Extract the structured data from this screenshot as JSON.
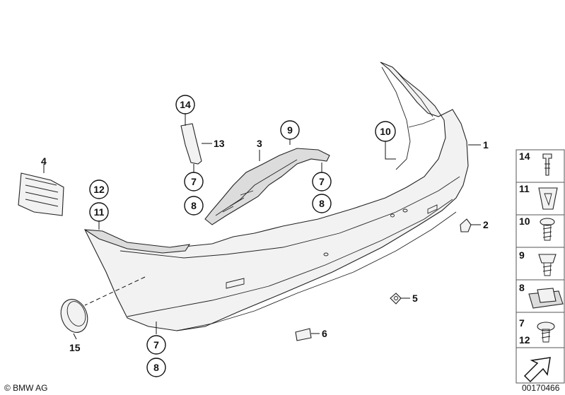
{
  "callouts": {
    "c1": "1",
    "c2": "2",
    "c3": "3",
    "c4": "4",
    "c5": "5",
    "c6": "6",
    "c7a": "7",
    "c7b": "7",
    "c7c": "7",
    "c8a": "8",
    "c8b": "8",
    "c8c": "8",
    "c9": "9",
    "c10": "10",
    "c11": "11",
    "c12": "12",
    "c13": "13",
    "c14": "14",
    "c15": "15"
  },
  "legend": {
    "l14": "14",
    "l11": "11",
    "l10": "10",
    "l9": "9",
    "l8": "8",
    "l7": "7",
    "l12": "12"
  },
  "footer": {
    "copyright": "© BMW AG",
    "doc_number": "00170466"
  }
}
